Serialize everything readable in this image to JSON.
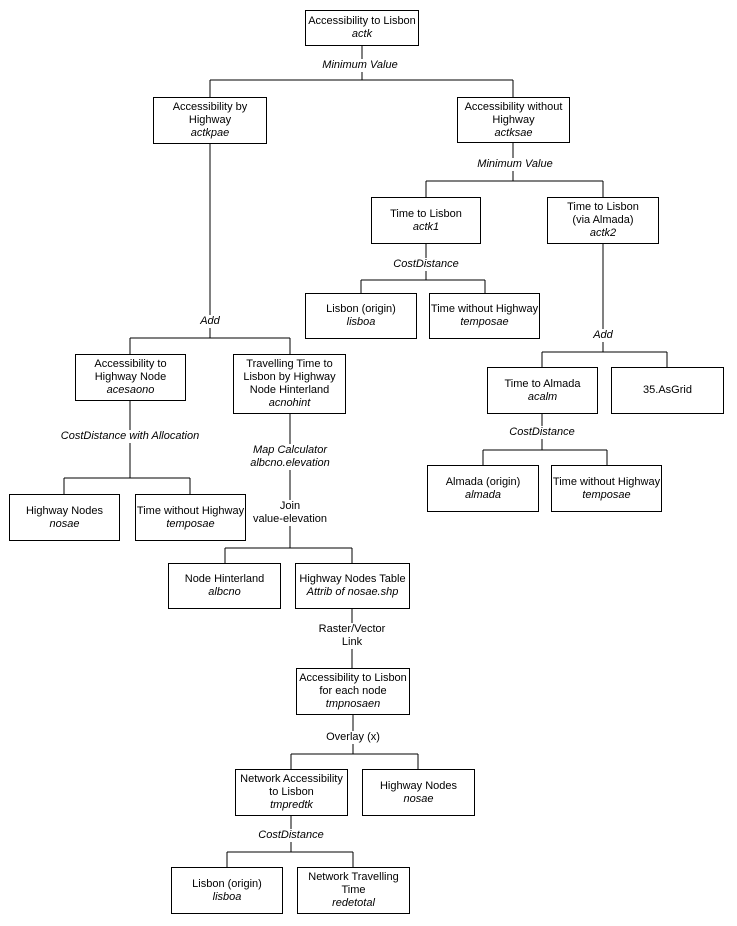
{
  "colors": {
    "line": "#000000",
    "box_border": "#000000",
    "box_background": "#ffffff"
  },
  "diagram": {
    "nodes": {
      "actk": {
        "title": "Accessibility to Lisbon",
        "name": "actk"
      },
      "actkpae": {
        "title": "Accessibility by\nHighway",
        "name": "actkpae"
      },
      "actksae": {
        "title": "Accessibility without\nHighway",
        "name": "actksae"
      },
      "actk1": {
        "title": "Time to Lisbon",
        "name": "actk1"
      },
      "actk2": {
        "title": "Time to Lisbon\n(via Almada)",
        "name": "actk2"
      },
      "lisboa1": {
        "title": "Lisbon (origin)",
        "name": "lisboa"
      },
      "temposae1": {
        "title": "Time without Highway",
        "name": "temposae"
      },
      "acalm": {
        "title": "Time to Almada",
        "name": "acalm"
      },
      "asgrid": {
        "title": "35.AsGrid"
      },
      "almada": {
        "title": "Almada (origin)",
        "name": "almada"
      },
      "temposae2": {
        "title": "Time without Highway",
        "name": "temposae"
      },
      "acesaono": {
        "title": "Accessibility to\nHighway Node",
        "name": "acesaono"
      },
      "acnohint": {
        "title": "Travelling Time to\nLisbon by Highway\nNode Hinterland",
        "name": "acnohint"
      },
      "nosae1": {
        "title": "Highway Nodes",
        "name": "nosae"
      },
      "temposae3": {
        "title": "Time without Highway",
        "name": "temposae"
      },
      "albcno": {
        "title": "Node Hinterland",
        "name": "albcno"
      },
      "nosaetable": {
        "title": "Highway Nodes Table",
        "name": "Attrib of nosae.shp"
      },
      "tmpnosaen": {
        "title": "Accessibility to Lisbon\nfor each node",
        "name": "tmpnosaen"
      },
      "tmpredtk": {
        "title": "Network Accessibility\nto Lisbon",
        "name": "tmpredtk"
      },
      "nosae2": {
        "title": "Highway Nodes",
        "name": "nosae"
      },
      "lisboa2": {
        "title": "Lisbon (origin)",
        "name": "lisboa"
      },
      "redetotal": {
        "title": "Network Travelling\nTime",
        "name": "redetotal"
      }
    },
    "labels": {
      "min_value_1": "Minimum Value",
      "min_value_2": "Minimum Value",
      "costdistance_1": "CostDistance",
      "add_right": "Add",
      "costdistance_2": "CostDistance",
      "add_left": "Add",
      "costdistance_alloc": "CostDistance with Allocation",
      "map_calculator": "Map Calculator\nalbcno.elevation",
      "join": "Join\nvalue-elevation",
      "raster_vector": "Raster/Vector\nLink",
      "overlay": "Overlay (x)",
      "costdistance_3": "CostDistance"
    }
  }
}
